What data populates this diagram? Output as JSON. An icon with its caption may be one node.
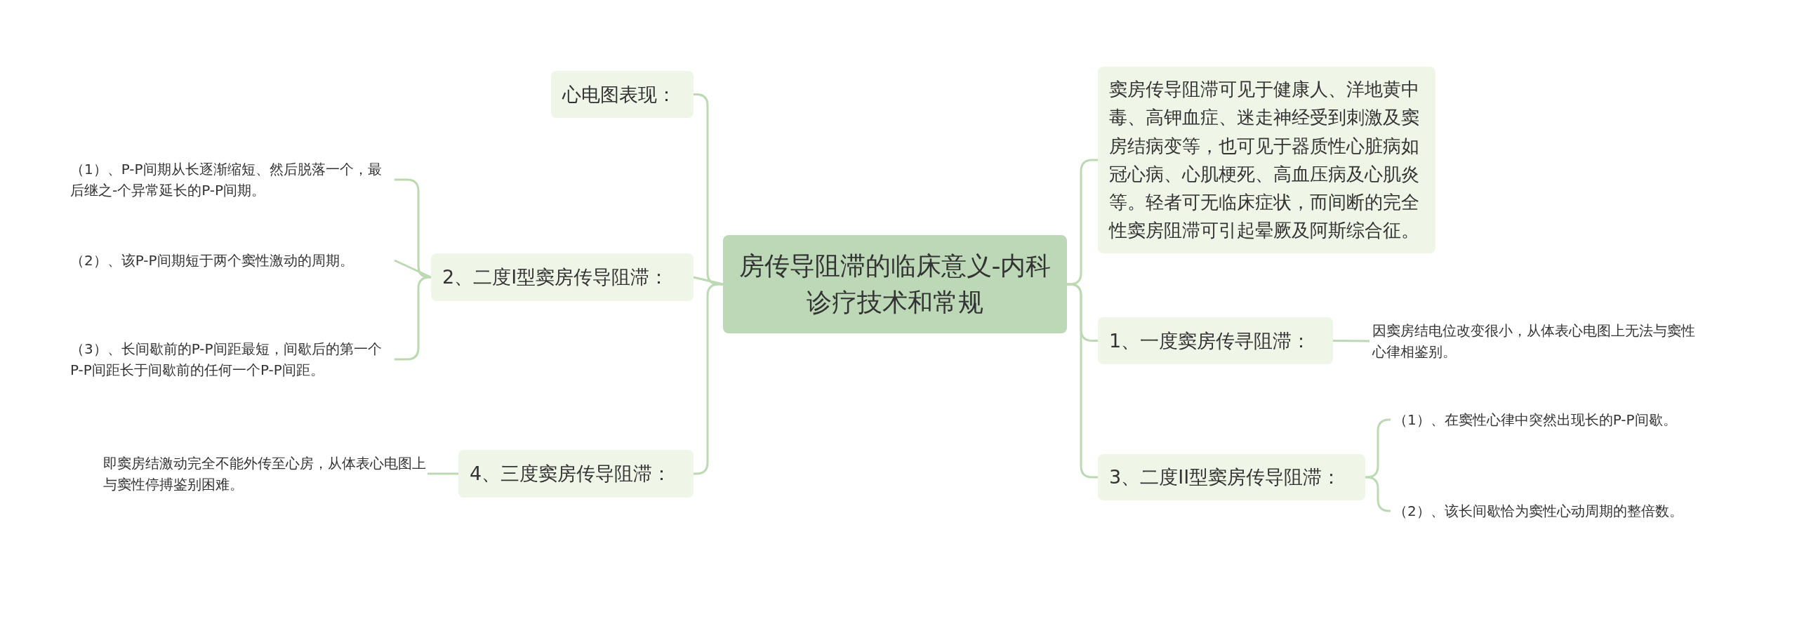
{
  "diagram": {
    "nodes": [
      {
        "text": [
          "房传导阻滞的临床意义-内科诊疗技术和常规"
        ]
      },
      {
        "text": [
          "心电图表现："
        ]
      },
      {
        "text": [
          "2、二度I型窦房传导阻滞："
        ]
      },
      {
        "text": [
          "（1）、P-P间期从长逐渐缩短、然后脱落一个，最后继之-个异常延长的P-P间期。"
        ]
      },
      {
        "text": [
          "（2）、该P-P间期短于两个窦性激动的周期。"
        ]
      },
      {
        "text": [
          "（3）、长间歇前的P-P间距最短，间歇后的第一个P-P间距长于间歇前的任何一个P-P间距。"
        ]
      },
      {
        "text": [
          "4、三度窦房传导阻滞："
        ]
      },
      {
        "text": [
          "即窦房结激动完全不能外传至心房，从体表心电图上与窦性停搏鉴别困难。"
        ]
      },
      {
        "text": [
          "窦房传导阻滞可见于健康人、洋地黄中毒、高钾血症、迷走神经受到刺激及窦房结病变等，也可见于器质性心脏病如冠心病、心肌梗死、高血压病及心肌炎等。轻者可无临床症状，而间断的完全性窦房阻滞可引起晕厥及阿斯综合征。"
        ]
      },
      {
        "text": [
          "1、一度窦房传寻阻滞："
        ]
      },
      {
        "text": [
          "因窦房结电位改变很小，从体表心电图上无法与窦性心律相鉴别。"
        ]
      },
      {
        "text": [
          "3、二度II型窦房传导阻滞："
        ]
      },
      {
        "text": [
          "（1）、在窦性心律中突然出现长的P-P间歇。"
        ]
      },
      {
        "text": [
          "（2）、该长间歇恰为窦性心动周期的整倍数。"
        ]
      }
    ],
    "edges": [
      {
        "from": 0,
        "to": 1,
        "arrow": "none"
      },
      {
        "from": 0,
        "to": 2,
        "arrow": "none"
      },
      {
        "from": 2,
        "to": 3,
        "arrow": "none"
      },
      {
        "from": 2,
        "to": 4,
        "arrow": "none"
      },
      {
        "from": 2,
        "to": 5,
        "arrow": "none"
      },
      {
        "from": 0,
        "to": 6,
        "arrow": "none"
      },
      {
        "from": 6,
        "to": 7,
        "arrow": "none"
      },
      {
        "from": 0,
        "to": 8,
        "arrow": "none"
      },
      {
        "from": 0,
        "to": 9,
        "arrow": "none"
      },
      {
        "from": 9,
        "to": 10,
        "arrow": "none"
      },
      {
        "from": 0,
        "to": 11,
        "arrow": "none"
      },
      {
        "from": 11,
        "to": 12,
        "arrow": "none"
      },
      {
        "from": 11,
        "to": 13,
        "arrow": "none"
      }
    ]
  }
}
